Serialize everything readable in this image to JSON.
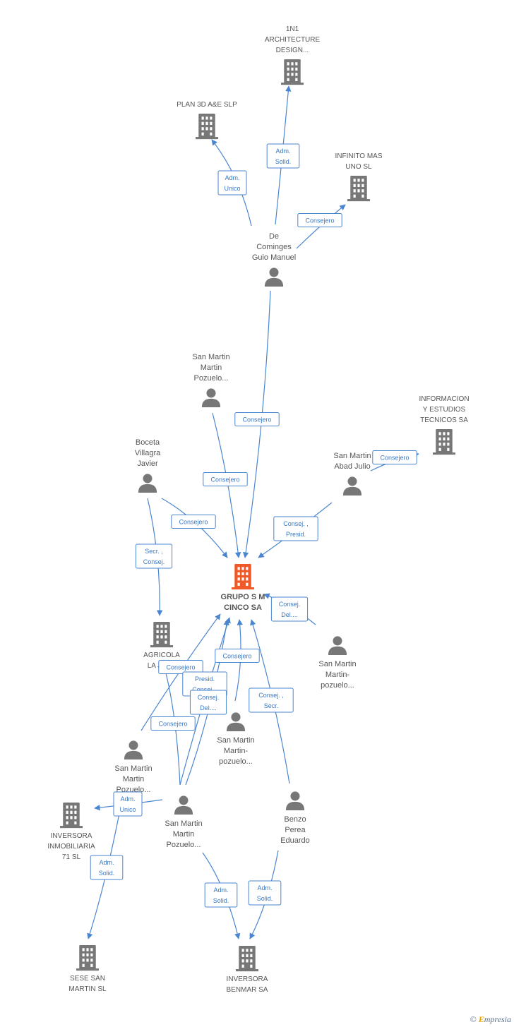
{
  "colors": {
    "person": "#777777",
    "company": "#777777",
    "center": "#f05a28",
    "edge": "#4a86d0",
    "text": "#555555"
  },
  "nodes": {
    "center": {
      "lines": [
        "GRUPO S M",
        "CINCO SA"
      ],
      "type": "company",
      "icon": "building-icon"
    },
    "n1architecture": {
      "lines": [
        "1N1",
        "ARCHITECTURE",
        "DESIGN..."
      ],
      "type": "company",
      "icon": "building-icon"
    },
    "plan3d": {
      "lines": [
        "PLAN 3D A&E SLP"
      ],
      "type": "company",
      "icon": "building-icon"
    },
    "infinito": {
      "lines": [
        "INFINITO MAS",
        "UNO SL"
      ],
      "type": "company",
      "icon": "building-icon"
    },
    "decominges": {
      "lines": [
        "De",
        "Cominges",
        "Guio Manuel"
      ],
      "type": "person",
      "icon": "person-icon"
    },
    "smpozuelo_top": {
      "lines": [
        "San Martin",
        "Martin",
        "Pozuelo..."
      ],
      "type": "person",
      "icon": "person-icon"
    },
    "informacion": {
      "lines": [
        "INFORMACION",
        "Y ESTUDIOS",
        "TECNICOS SA"
      ],
      "type": "company",
      "icon": "building-icon"
    },
    "smabad": {
      "lines": [
        "San Martin",
        "Abad Julio"
      ],
      "type": "person",
      "icon": "person-icon"
    },
    "boceta": {
      "lines": [
        "Boceta",
        "Villagra",
        "Javier"
      ],
      "type": "person",
      "icon": "person-icon"
    },
    "agricola": {
      "lines": [
        "AGRICOLA",
        "LA JUL..."
      ],
      "type": "company",
      "icon": "building-icon"
    },
    "smpozuelo_right": {
      "lines": [
        "San Martin",
        "Martin-",
        "pozuelo..."
      ],
      "type": "person",
      "icon": "person-icon"
    },
    "smpozuelo_mid": {
      "lines": [
        "San Martin",
        "Martin-",
        "pozuelo..."
      ],
      "type": "person",
      "icon": "person-icon"
    },
    "smpozuelo_left": {
      "lines": [
        "San Martin",
        "Martin",
        "Pozuelo..."
      ],
      "type": "person",
      "icon": "person-icon"
    },
    "smpozuelo_bot": {
      "lines": [
        "San Martin",
        "Martin",
        "Pozuelo..."
      ],
      "type": "person",
      "icon": "person-icon"
    },
    "benzo": {
      "lines": [
        "Benzo",
        "Perea",
        "Eduardo"
      ],
      "type": "person",
      "icon": "person-icon"
    },
    "inversora71": {
      "lines": [
        "INVERSORA",
        "INMOBILIARIA",
        "71 SL"
      ],
      "type": "company",
      "icon": "building-icon"
    },
    "sese": {
      "lines": [
        "SESE SAN",
        "MARTIN SL"
      ],
      "type": "company",
      "icon": "building-icon"
    },
    "benmar": {
      "lines": [
        "INVERSORA",
        "BENMAR SA"
      ],
      "type": "company",
      "icon": "building-icon"
    }
  },
  "edges": [
    {
      "from": "decominges",
      "to": "n1architecture",
      "label": [
        "Adm.",
        "Solid."
      ]
    },
    {
      "from": "decominges",
      "to": "plan3d",
      "label": [
        "Adm.",
        "Unico"
      ]
    },
    {
      "from": "decominges",
      "to": "infinito",
      "label": [
        "Consejero"
      ]
    },
    {
      "from": "decominges",
      "to": "center",
      "label": [
        "Consejero"
      ]
    },
    {
      "from": "smpozuelo_top",
      "to": "center",
      "label": [
        "Consejero"
      ]
    },
    {
      "from": "smabad",
      "to": "informacion",
      "label": [
        "Consejero"
      ]
    },
    {
      "from": "smabad",
      "to": "center",
      "label": [
        "Consej. ,",
        "Presid."
      ]
    },
    {
      "from": "boceta",
      "to": "center",
      "label": [
        "Consejero"
      ]
    },
    {
      "from": "boceta",
      "to": "agricola",
      "label": [
        "Secr. ,",
        "Consej."
      ]
    },
    {
      "from": "smpozuelo_right",
      "to": "center",
      "label": [
        "Consej.",
        "Del...."
      ]
    },
    {
      "from": "smpozuelo_mid",
      "to": "center",
      "label": [
        "Consejero"
      ]
    },
    {
      "from": "smpozuelo_bot",
      "to": "agricola",
      "label": [
        "Consejero"
      ]
    },
    {
      "from": "smpozuelo_bot",
      "to": "center",
      "label": [
        "Presid.",
        "Consej..."
      ]
    },
    {
      "from": "smpozuelo_bot",
      "to": "center",
      "label": [
        "Consej.",
        "Del...."
      ]
    },
    {
      "from": "smpozuelo_left",
      "to": "center",
      "label": [
        "Consejero"
      ]
    },
    {
      "from": "benzo",
      "to": "center",
      "label": [
        "Consej. ,",
        "Secr."
      ]
    },
    {
      "from": "smpozuelo_bot",
      "to": "inversora71",
      "label": [
        "Adm.",
        "Unico"
      ]
    },
    {
      "from": "smpozuelo_left",
      "to": "sese",
      "label": [
        "Adm.",
        "Solid."
      ]
    },
    {
      "from": "smpozuelo_bot",
      "to": "benmar",
      "label": [
        "Adm.",
        "Solid."
      ]
    },
    {
      "from": "benzo",
      "to": "benmar",
      "label": [
        "Adm.",
        "Solid."
      ]
    }
  ],
  "footer": {
    "copyright": "©",
    "brand_initial": "E",
    "brand_rest": "mpresia"
  }
}
